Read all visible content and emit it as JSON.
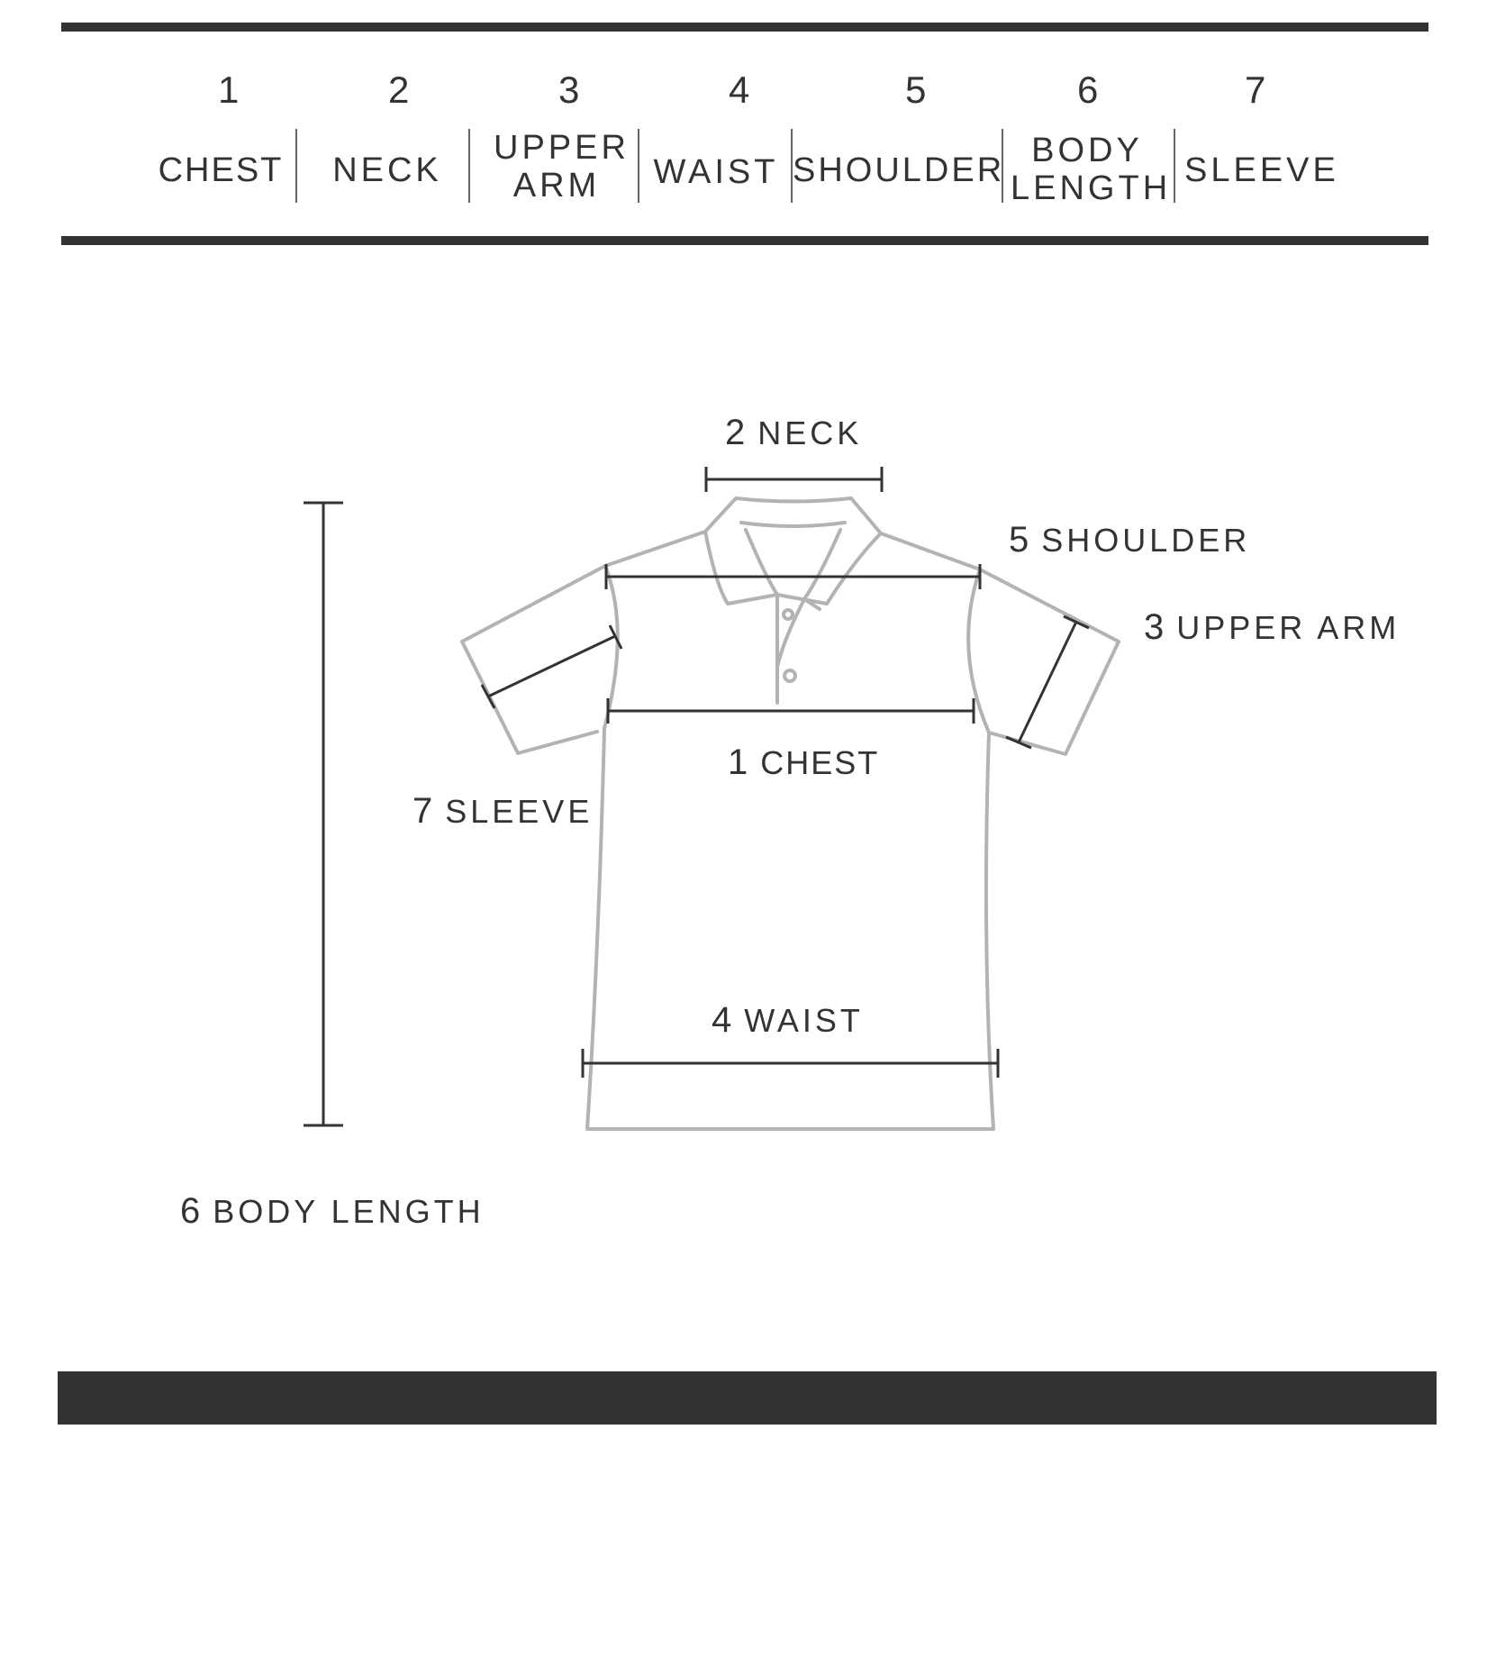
{
  "header": {
    "columns": [
      {
        "number": "1",
        "label": "CHEST"
      },
      {
        "number": "2",
        "label": "NECK"
      },
      {
        "number": "3",
        "label": "UPPER ARM"
      },
      {
        "number": "4",
        "label": "WAIST"
      },
      {
        "number": "5",
        "label": "SHOULDER"
      },
      {
        "number": "6",
        "label": "BODY LENGTH"
      },
      {
        "number": "7",
        "label": "SLEEVE"
      }
    ]
  },
  "diagram": {
    "labels": {
      "neck": {
        "number": "2",
        "text": "NECK"
      },
      "shoulder": {
        "number": "5",
        "text": "SHOULDER"
      },
      "upper_arm": {
        "number": "3",
        "text": "UPPER ARM"
      },
      "chest": {
        "number": "1",
        "text": "CHEST"
      },
      "sleeve": {
        "number": "7",
        "text": "SLEEVE"
      },
      "waist": {
        "number": "4",
        "text": "WAIST"
      },
      "body_length": {
        "number": "6",
        "text": "BODY LENGTH"
      }
    },
    "colors": {
      "outline": "#b3b3b3",
      "measure": "#333333",
      "bar": "#333333"
    }
  }
}
